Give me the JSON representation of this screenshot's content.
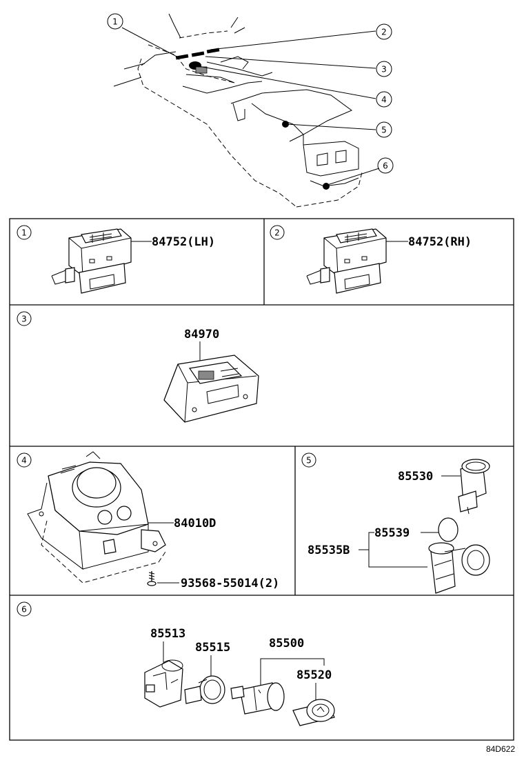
{
  "overview": {
    "callouts": [
      "1",
      "2",
      "3",
      "4",
      "5",
      "6"
    ]
  },
  "panels": [
    {
      "index": "1",
      "parts": [
        "84752(LH)"
      ]
    },
    {
      "index": "2",
      "parts": [
        "84752(RH)"
      ]
    },
    {
      "index": "3",
      "parts": [
        "84970"
      ]
    },
    {
      "index": "4",
      "parts": [
        "84010D",
        "93568-55014(2)"
      ]
    },
    {
      "index": "5",
      "parts": [
        "85530",
        "85539",
        "85535B"
      ]
    },
    {
      "index": "6",
      "parts": [
        "85513",
        "85515",
        "85500",
        "85520"
      ]
    }
  ],
  "diagram_code": "84D622"
}
